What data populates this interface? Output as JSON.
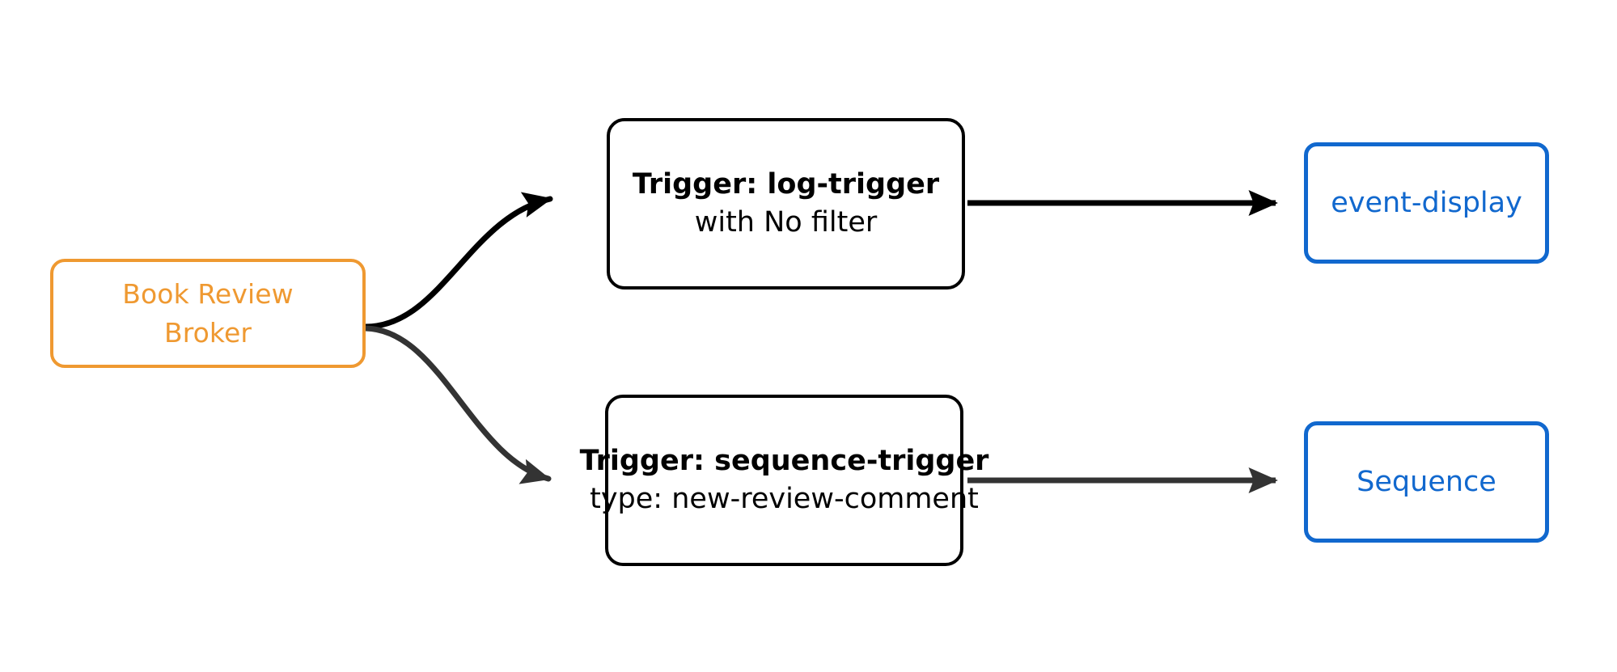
{
  "diagram": {
    "title": "Book Review Broker event trigger flow",
    "background_color": "#ffffff",
    "colors": {
      "broker_orange": "#ef9931",
      "trigger_black": "#000000",
      "sink_blue": "#1168ce",
      "edge_black": "#000000",
      "edge_gray": "#333333"
    }
  },
  "nodes": {
    "broker": {
      "id": "book-review-broker",
      "kind": "broker",
      "line1": "Book Review",
      "line2": "Broker",
      "color": "#ef9931"
    },
    "trigger_log": {
      "id": "log-trigger",
      "kind": "trigger",
      "title": "Trigger: log-trigger",
      "subtitle": "with No filter",
      "color": "#000000"
    },
    "trigger_sequence": {
      "id": "sequence-trigger",
      "kind": "trigger",
      "title": "Trigger: sequence-trigger",
      "subtitle": "type: new-review-comment",
      "color": "#000000"
    },
    "sink_event_display": {
      "id": "event-display",
      "kind": "sink",
      "label": "event-display",
      "color": "#1168ce"
    },
    "sink_sequence": {
      "id": "sequence",
      "kind": "sink",
      "label": "Sequence",
      "color": "#1168ce"
    }
  },
  "edges": [
    {
      "id": "broker-to-log-trigger",
      "from": "book-review-broker",
      "to": "log-trigger",
      "style": "curved",
      "color": "#000000",
      "arrowhead": "filled-triangle"
    },
    {
      "id": "broker-to-sequence-trigger",
      "from": "book-review-broker",
      "to": "sequence-trigger",
      "style": "curved",
      "color": "#333333",
      "arrowhead": "filled-triangle"
    },
    {
      "id": "log-trigger-to-event-display",
      "from": "log-trigger",
      "to": "event-display",
      "style": "straight",
      "color": "#000000",
      "arrowhead": "filled-triangle"
    },
    {
      "id": "sequence-trigger-to-sequence",
      "from": "sequence-trigger",
      "to": "sequence",
      "style": "straight",
      "color": "#333333",
      "arrowhead": "filled-triangle"
    }
  ]
}
